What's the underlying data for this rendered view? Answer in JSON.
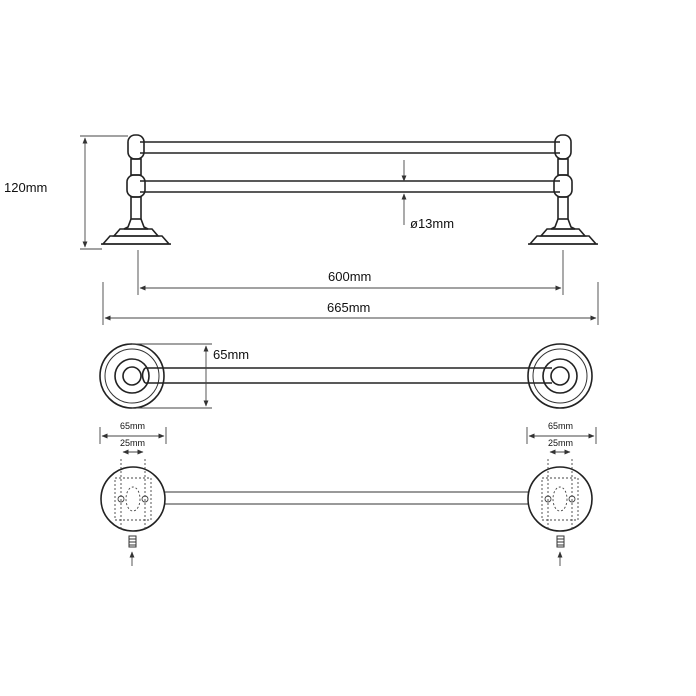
{
  "dimensions": {
    "height": "120mm",
    "rod_diameter": "ø13mm",
    "inner_length": "600mm",
    "total_length": "665mm",
    "depth": "65mm",
    "left_base_width": "65mm",
    "left_screw_spacing": "25mm",
    "right_base_width": "65mm",
    "right_screw_spacing": "25mm"
  },
  "colors": {
    "line": "#222222",
    "background": "#ffffff"
  }
}
